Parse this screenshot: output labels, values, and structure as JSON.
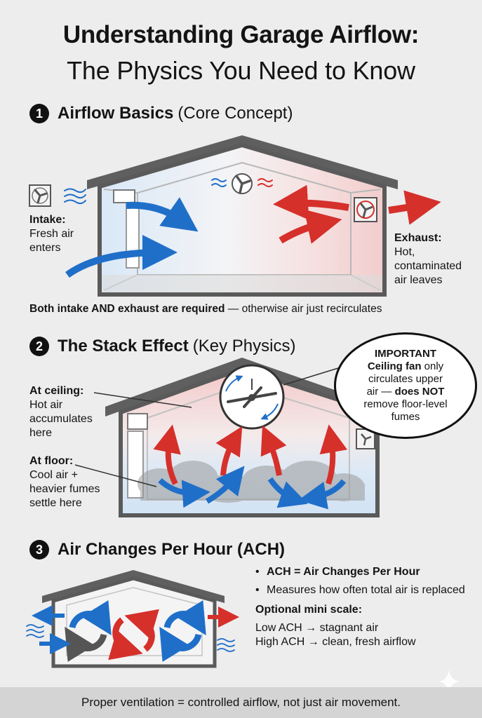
{
  "title": {
    "line1": "Understanding Garage Airflow:",
    "line2": "The Physics You Need to Know"
  },
  "section1": {
    "number": "1",
    "heading": "Airflow Basics",
    "subheading": "(Core Concept)",
    "intake_label": "Intake:",
    "intake_text_1": "Fresh air",
    "intake_text_2": "enters",
    "exhaust_label": "Exhaust:",
    "exhaust_text_1": "Hot,",
    "exhaust_text_2": "contaminated",
    "exhaust_text_3": "air leaves",
    "note_bold": "Both intake AND exhaust are required",
    "note_rest": " — otherwise air just recirculates"
  },
  "section2": {
    "number": "2",
    "heading": "The Stack Effect",
    "subheading": "(Key Physics)",
    "ceiling_label": "At ceiling:",
    "ceiling_text_1": "Hot air",
    "ceiling_text_2": "accumulates",
    "ceiling_text_3": "here",
    "floor_label": "At floor:",
    "floor_text_1": "Cool air +",
    "floor_text_2": "heavier fumes",
    "floor_text_3": "settle here",
    "callout_title": "IMPORTANT",
    "callout_bold1": "Ceiling fan",
    "callout_text1": " only",
    "callout_text2": "circulates upper",
    "callout_text3": "air — ",
    "callout_bold2": "does NOT",
    "callout_text4": "remove floor-level",
    "callout_text5": "fumes"
  },
  "section3": {
    "number": "3",
    "heading": "Air Changes Per Hour (ACH)",
    "bullet1": "ACH = Air Changes Per Hour",
    "bullet2": "Measures how often total air is replaced",
    "scale_title": "Optional mini scale:",
    "scale_low": "Low ACH → stagnant air",
    "scale_high": "High ACH → clean, fresh airflow"
  },
  "footer": "Proper ventilation = controlled airflow, not just air movement.",
  "colors": {
    "cool_blue": "#1f6fc9",
    "hot_red": "#d6302b",
    "outline": "#555555"
  },
  "icons": [
    "fan-icon",
    "wind-icon",
    "ceiling-fan-icon",
    "circular-arrow-icon",
    "sparkle-icon"
  ]
}
